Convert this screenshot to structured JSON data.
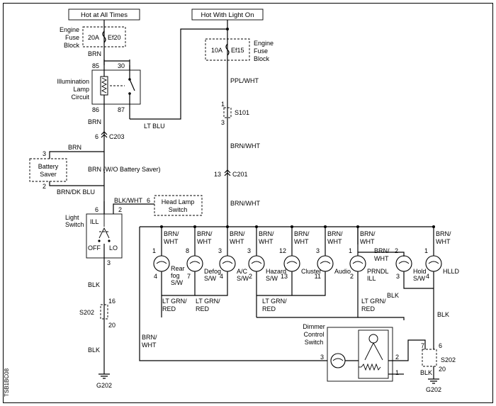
{
  "sources": {
    "hot_at_all_times": "Hot at All Times",
    "hot_with_light_on": "Hot With Light On"
  },
  "fuses": {
    "ef20_amp": "20A",
    "ef20_name": "Ef20",
    "ef15_amp": "10A",
    "ef15_name": "Ef15",
    "engine_fuse_block_line1": "Engine",
    "engine_fuse_block_line2": "Fuse",
    "engine_fuse_block_line3": "Block"
  },
  "illumination": {
    "label_line1": "Illumination",
    "label_line2": "Lamp",
    "label_line3": "Circuit",
    "pin_85": "85",
    "pin_30": "30",
    "pin_86": "86",
    "pin_87": "87"
  },
  "battery_saver": {
    "line1": "Battery",
    "line2": "Saver",
    "pin_3": "3",
    "pin_2": "2",
    "wo_note": "BRN (W/O Battery Saver)"
  },
  "light_switch": {
    "line1": "Light",
    "line2": "Switch",
    "ill": "ILL",
    "off": "OFF",
    "lo": "LO",
    "pin_6": "6",
    "pin_2": "2",
    "pin_3": "3"
  },
  "head_lamp_switch": {
    "line1": "Head Lamp",
    "line2": "Switch",
    "pin_6": "6"
  },
  "connectors": {
    "c203": "C203",
    "c203_pin": "6",
    "c201": "C201",
    "c201_pin": "13",
    "s101": "S101",
    "s101_pin1": "1",
    "s101_pin3": "3",
    "s202_left": "S202",
    "s202_left_pin16": "16",
    "s202_left_pin20": "20",
    "s202_right": "S202",
    "s202_right_pin7": "7",
    "s202_right_pin6": "6",
    "s202_right_pin20": "20",
    "g202_left": "G202",
    "g202_right": "G202"
  },
  "wires": {
    "brn": "BRN",
    "lt_blu": "LT BLU",
    "ppl_wht": "PPL/WHT",
    "brn_wht": "BRN/WHT",
    "brn_dk_blu": "BRN/DK BLU",
    "blk_wht": "BLK/WHT",
    "blk": "BLK",
    "brn_slash": "BRN/",
    "wht": "WHT",
    "lt_grn_slash": "LT GRN/",
    "red": "RED"
  },
  "lamps": [
    {
      "top_pin": "1",
      "bottom_pin": "4",
      "line1": "Rear",
      "line2": "fog",
      "line3": "S/W"
    },
    {
      "top_pin": "8",
      "bottom_pin": "7",
      "line1": "Defog",
      "line2": "S/W",
      "line3": ""
    },
    {
      "top_pin": "3",
      "bottom_pin": "4",
      "line1": "A/C",
      "line2": "S/W",
      "line3": ""
    },
    {
      "top_pin": "3",
      "bottom_pin": "2",
      "line1": "Hazard",
      "line2": "S/W",
      "line3": ""
    },
    {
      "top_pin": "12",
      "bottom_pin": "13",
      "line1": "Cluster",
      "line2": "",
      "line3": ""
    },
    {
      "top_pin": "3",
      "bottom_pin": "11",
      "line1": "Audio",
      "line2": "",
      "line3": ""
    },
    {
      "top_pin": "1",
      "bottom_pin": "2",
      "line1": "PRNDL",
      "line2": "ILL",
      "line3": ""
    },
    {
      "top_pin": "2",
      "bottom_pin": "3",
      "line1": "Hold",
      "line2": "S/W",
      "line3": ""
    },
    {
      "top_pin": "1",
      "bottom_pin": "4",
      "line1": "HLLD",
      "line2": "",
      "line3": ""
    }
  ],
  "dimmer": {
    "line1": "Dimmer",
    "line2": "Control",
    "line3": "Switch",
    "pin_3": "3",
    "pin_2": "2",
    "pin_1": "1"
  },
  "figure_code": "TSB1BC08"
}
